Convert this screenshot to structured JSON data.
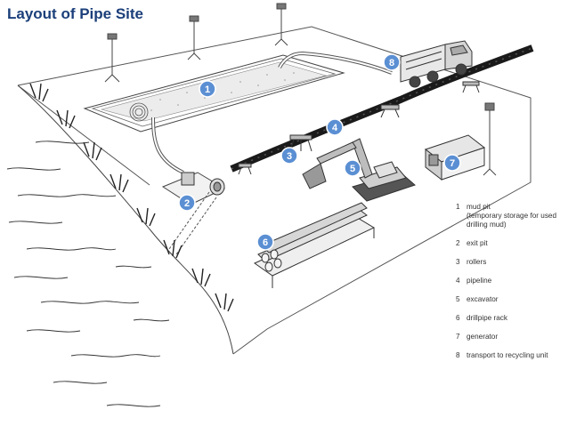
{
  "title": "Layout of Pipe Site",
  "badges": [
    {
      "id": "1",
      "label": "1"
    },
    {
      "id": "2",
      "label": "2"
    },
    {
      "id": "3",
      "label": "3"
    },
    {
      "id": "4",
      "label": "4"
    },
    {
      "id": "5",
      "label": "5"
    },
    {
      "id": "6",
      "label": "6"
    },
    {
      "id": "7",
      "label": "7"
    },
    {
      "id": "8",
      "label": "8"
    }
  ],
  "legend": [
    {
      "num": "1",
      "text": "mud pit",
      "sub": "(temporary storage for used drilling mud)"
    },
    {
      "num": "2",
      "text": "exit pit",
      "sub": ""
    },
    {
      "num": "3",
      "text": "rollers",
      "sub": ""
    },
    {
      "num": "4",
      "text": "pipeline",
      "sub": ""
    },
    {
      "num": "5",
      "text": "excavator",
      "sub": ""
    },
    {
      "num": "6",
      "text": "drillpipe rack",
      "sub": ""
    },
    {
      "num": "7",
      "text": "generator",
      "sub": ""
    },
    {
      "num": "8",
      "text": "transport to recycling unit",
      "sub": ""
    }
  ],
  "colors": {
    "title": "#1b3f7a",
    "badge": "#5b8fd3",
    "ink": "#333333",
    "pipeline": "#1a1a1a"
  }
}
